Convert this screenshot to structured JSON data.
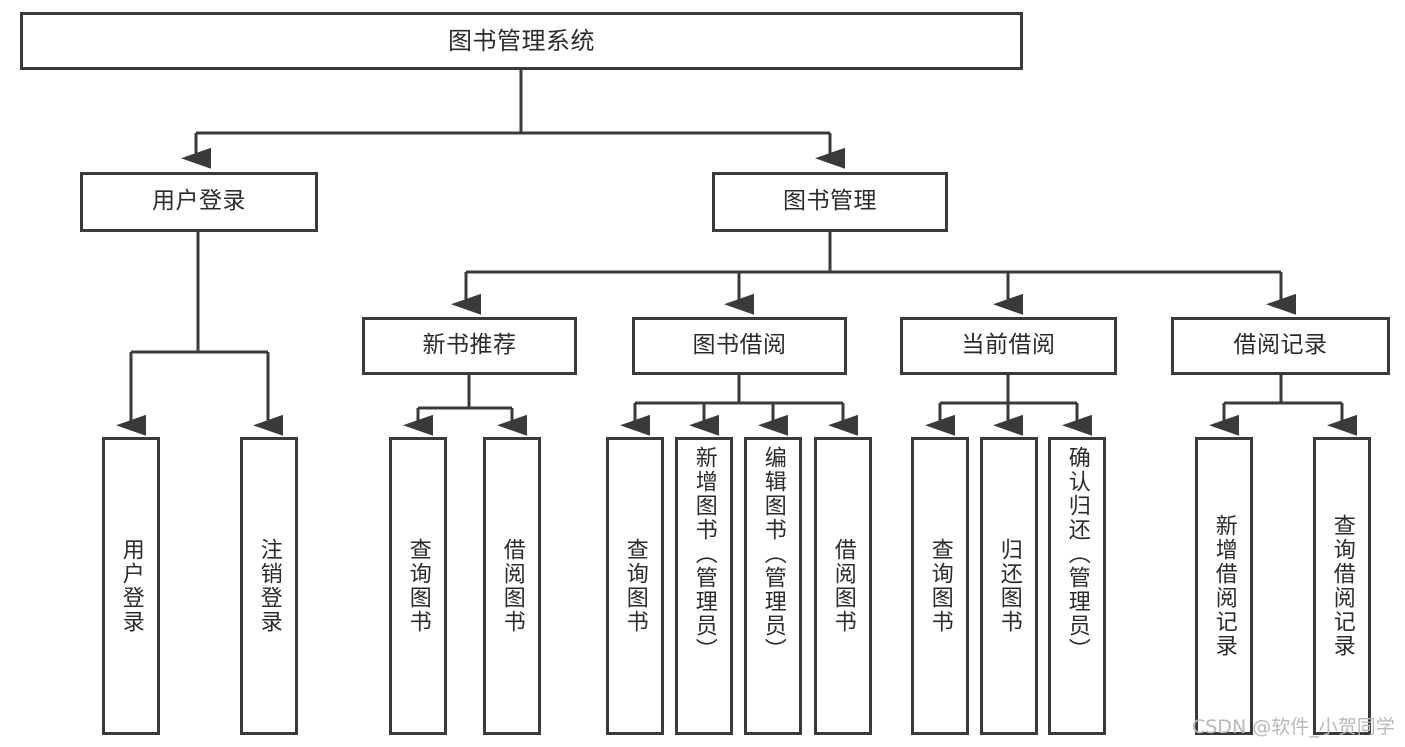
{
  "diagram": {
    "title": "图书管理系统",
    "type": "tree",
    "root": {
      "id": "root",
      "label": "图书管理系统"
    },
    "level1": [
      {
        "id": "user-login",
        "label": "用户登录"
      },
      {
        "id": "book-management",
        "label": "图书管理"
      }
    ],
    "level2": [
      {
        "id": "new-book-recommend",
        "label": "新书推荐",
        "parent": "book-management"
      },
      {
        "id": "book-borrow",
        "label": "图书借阅",
        "parent": "book-management"
      },
      {
        "id": "current-borrow",
        "label": "当前借阅",
        "parent": "book-management"
      },
      {
        "id": "borrow-record",
        "label": "借阅记录",
        "parent": "book-management"
      }
    ],
    "leaves": [
      {
        "id": "leaf-user-login",
        "label": "用户登录",
        "parent": "user-login"
      },
      {
        "id": "leaf-user-logout",
        "label": "注销登录",
        "parent": "user-login"
      },
      {
        "id": "leaf-query-book-1",
        "label": "查询图书",
        "parent": "new-book-recommend"
      },
      {
        "id": "leaf-borrow-book-1",
        "label": "借阅图书",
        "parent": "new-book-recommend"
      },
      {
        "id": "leaf-query-book-2",
        "label": "查询图书",
        "parent": "book-borrow"
      },
      {
        "id": "leaf-add-book",
        "label": "新增图书（管理员）",
        "parent": "book-borrow"
      },
      {
        "id": "leaf-edit-book",
        "label": "编辑图书（管理员）",
        "parent": "book-borrow"
      },
      {
        "id": "leaf-borrow-book-2",
        "label": "借阅图书",
        "parent": "book-borrow"
      },
      {
        "id": "leaf-query-book-3",
        "label": "查询图书",
        "parent": "current-borrow"
      },
      {
        "id": "leaf-return-book",
        "label": "归还图书",
        "parent": "current-borrow"
      },
      {
        "id": "leaf-confirm-return",
        "label": "确认归还（管理员）",
        "parent": "current-borrow"
      },
      {
        "id": "leaf-add-record",
        "label": "新增借阅记录",
        "parent": "borrow-record"
      },
      {
        "id": "leaf-query-record",
        "label": "查询借阅记录",
        "parent": "borrow-record"
      }
    ],
    "watermark": "CSDN @软件_小贺同学",
    "colors": {
      "border": "#3a3a3a",
      "text": "#2b2b2b",
      "background": "#ffffff",
      "connector": "#3a3a3a",
      "watermark": "#b9b9b9"
    }
  }
}
